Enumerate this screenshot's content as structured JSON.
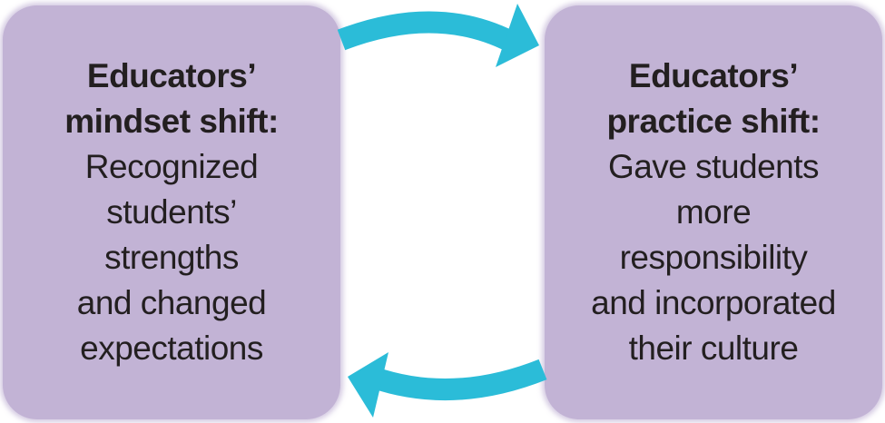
{
  "left_box": {
    "heading": [
      "Educators’",
      "mindset shift:"
    ],
    "body": [
      "Recognized",
      "students’",
      "strengths",
      "and changed",
      "expectations"
    ]
  },
  "right_box": {
    "heading": [
      "Educators’",
      "practice shift:"
    ],
    "body": [
      "Gave students",
      "more",
      "responsibility",
      "and incorporated",
      "their culture"
    ]
  },
  "colors": {
    "box": "#c2b3d5",
    "arrow": "#2bbcd8",
    "text": "#231f20"
  },
  "icons": [
    "arrow-right-curved-icon",
    "arrow-left-curved-icon"
  ]
}
